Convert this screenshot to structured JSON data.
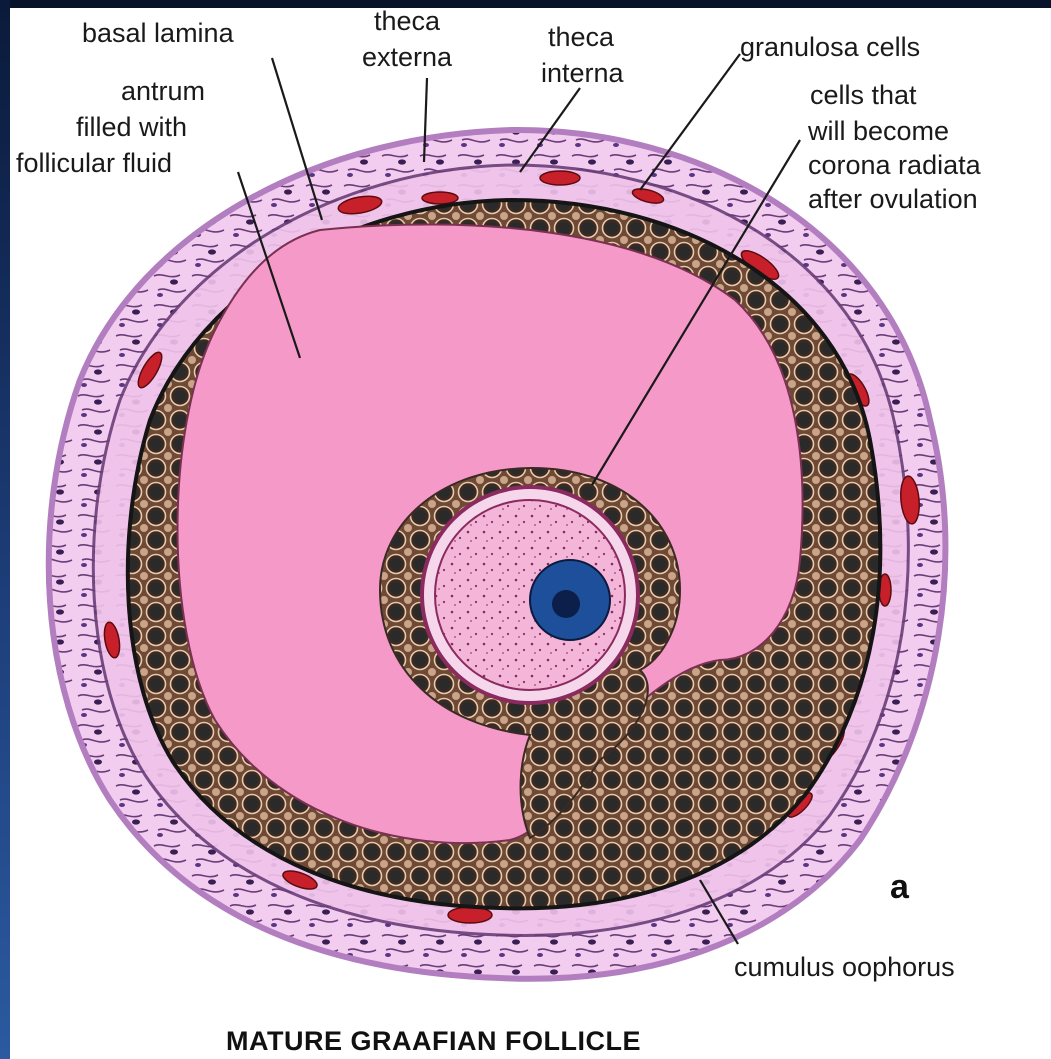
{
  "labels": {
    "basal_lamina": "basal lamina",
    "theca_externa_1": "theca",
    "theca_externa_2": "externa",
    "theca_interna_1": "theca",
    "theca_interna_2": "interna",
    "granulosa": "granulosa cells",
    "corona_1": "cells that",
    "corona_2": "will become",
    "corona_3": "corona radiata",
    "corona_4": "after ovulation",
    "antrum_1": "antrum",
    "antrum_2": "filled with",
    "antrum_3": "follicular fluid",
    "cumulus": "cumulus oophorus"
  },
  "panel_letter": "a",
  "caption": "MATURE GRAAFIAN FOLLICLE",
  "colors": {
    "antrum_fluid": "#f59ac8",
    "granulosa_layer": "#7a5540",
    "theca_outer": "#f2c8ee",
    "oocyte": "#f3b6d8",
    "nucleus": "#1d4f9a",
    "blood_vessel": "#c8202a",
    "basal_lamina": "#151515"
  }
}
